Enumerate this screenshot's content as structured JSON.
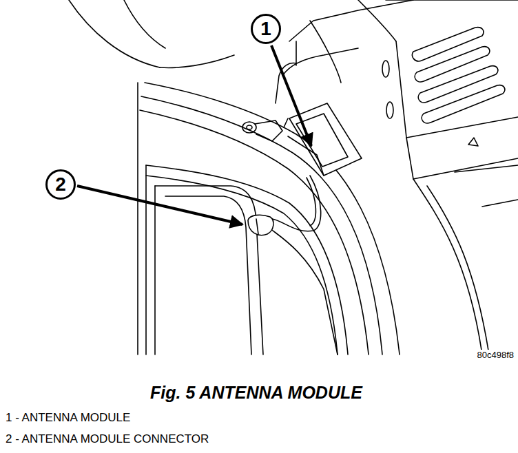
{
  "diagram": {
    "caption": "Fig. 5 ANTENNA MODULE",
    "nodes": [
      {
        "text": [
          "1"
        ]
      },
      {
        "text": [
          "2"
        ]
      }
    ],
    "edges": [],
    "labels": [
      "80c498f8",
      "1 - ANTENNA MODULE",
      "2 - ANTENNA MODULE CONNECTOR"
    ]
  }
}
